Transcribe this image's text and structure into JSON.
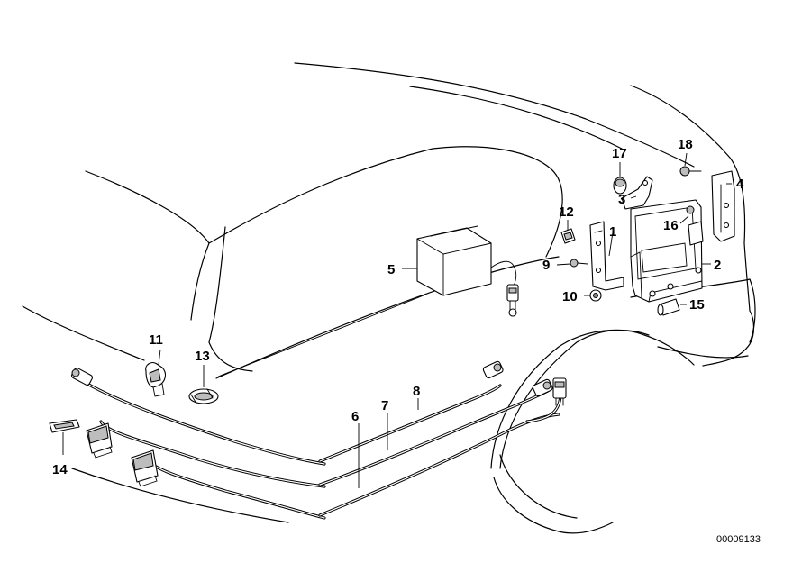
{
  "callouts": {
    "c1": "1",
    "c2": "2",
    "c3": "3",
    "c4": "4",
    "c5": "5",
    "c6": "6",
    "c7": "7",
    "c8": "8",
    "c9": "9",
    "c10": "10",
    "c11": "11",
    "c12": "12",
    "c13": "13",
    "c14": "14",
    "c15": "15",
    "c16": "16",
    "c17": "17",
    "c18": "18"
  },
  "reference_number": "00009133"
}
